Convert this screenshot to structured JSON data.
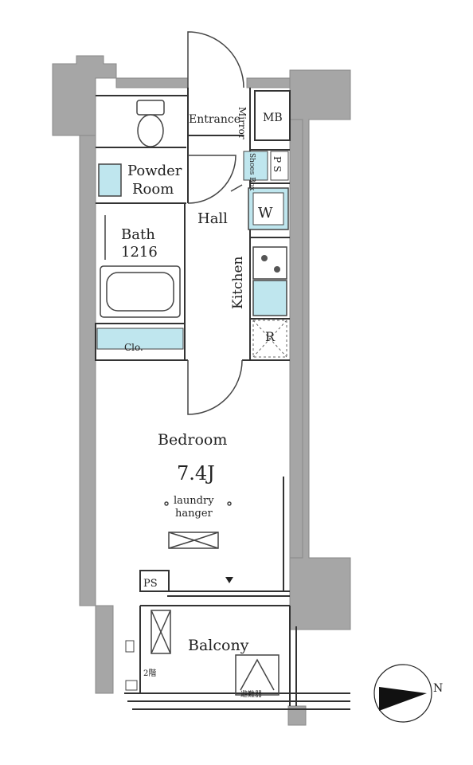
{
  "plan": {
    "rooms": {
      "entrance": "Entrance",
      "mb": "MB",
      "mirror": "Mirror",
      "shoes_box": "Shoes Box",
      "ps_top": "P S",
      "powder_room_line1": "Powder",
      "powder_room_line2": "Room",
      "hall": "Hall",
      "washer": "W",
      "bath_line1": "Bath",
      "bath_line2": "1216",
      "kitchen": "Kitchen",
      "refrigerator": "R",
      "closet": "Clo.",
      "bedroom": "Bedroom",
      "bedroom_size": "7.4J",
      "laundry_hanger_line1": "laundry",
      "laundry_hanger_line2": "hanger",
      "ps_bottom": "PS",
      "balcony": "Balcony",
      "floor_note": "2階",
      "escape_hatch": "避難器"
    },
    "compass": {
      "label": "N"
    },
    "colors": {
      "wall": "#a6a6a6",
      "line": "#333333",
      "fixture": "#bfe6ee"
    }
  }
}
